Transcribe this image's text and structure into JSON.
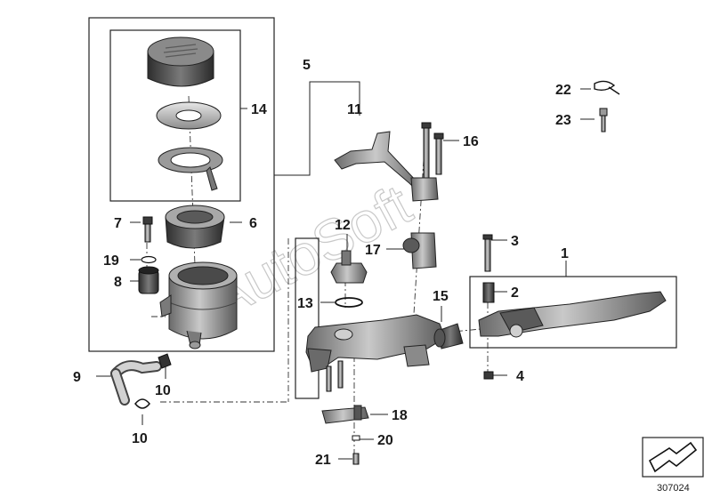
{
  "diagram": {
    "callouts": [
      "1",
      "2",
      "3",
      "4",
      "5",
      "6",
      "7",
      "8",
      "9",
      "10",
      "10",
      "11",
      "12",
      "13",
      "14",
      "15",
      "16",
      "17",
      "18",
      "19",
      "20",
      "21",
      "22",
      "23"
    ],
    "watermark": "AutoSoft",
    "reference_number": "307024"
  }
}
